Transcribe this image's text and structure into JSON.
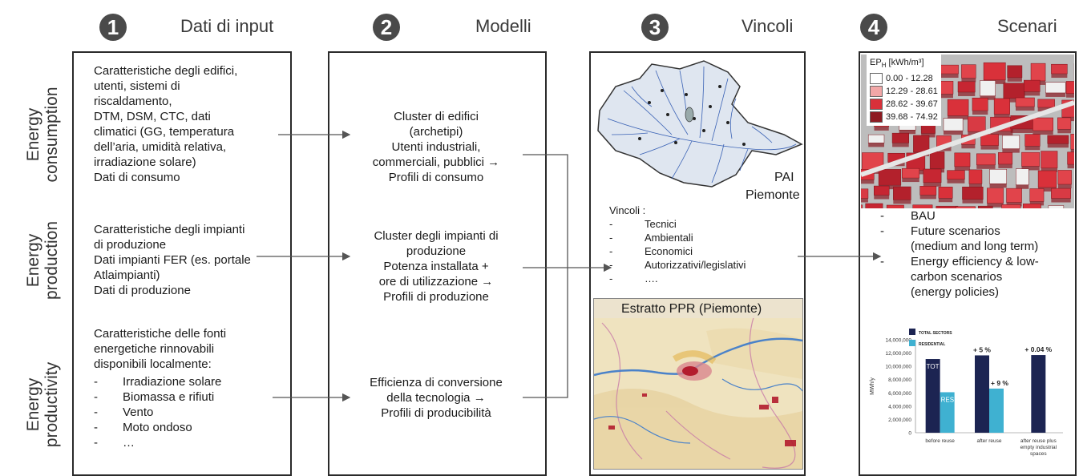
{
  "steps": [
    {
      "num": "1",
      "title": "Dati di input"
    },
    {
      "num": "2",
      "title": "Modelli"
    },
    {
      "num": "3",
      "title": "Vincoli"
    },
    {
      "num": "4",
      "title": "Scenari"
    }
  ],
  "rows": [
    {
      "line1": "Energy",
      "line2": "consumption"
    },
    {
      "line1": "Energy",
      "line2": "production"
    },
    {
      "line1": "Energy",
      "line2": "productivity"
    }
  ],
  "input": {
    "consumption": [
      "Caratteristiche degli edifici,",
      "utenti, sistemi di",
      "riscaldamento,",
      "DTM, DSM, CTC, dati",
      "climatici (GG, temperatura",
      "dell’aria, umidità relativa,",
      "irradiazione solare)",
      "Dati di consumo"
    ],
    "production": [
      "Caratteristiche degli impianti",
      "di produzione",
      "Dati impianti FER (es. portale",
      "Atlaimpianti)",
      "Dati di produzione"
    ],
    "productivity_intro": [
      "Caratteristiche delle fonti",
      "energetiche rinnovabili",
      "disponibili localmente:"
    ],
    "productivity_list": [
      "Irradiazione solare",
      "Biomassa e rifiuti",
      "Vento",
      "Moto ondoso",
      "…"
    ]
  },
  "models": {
    "consumption": [
      "Cluster di edifici",
      "(archetipi)",
      "Utenti industriali,",
      "commerciali, pubblici →",
      "Profili di consumo"
    ],
    "production": [
      "Cluster degli impianti di",
      "produzione",
      "Potenza installata +",
      "ore di utilizzazione →",
      "Profili di produzione"
    ],
    "productivity": [
      "Efficienza di conversione",
      "della tecnologia →",
      "Profili di producibilità"
    ]
  },
  "constraints": {
    "map_label_1": "PAI",
    "map_label_2": "Piemonte",
    "heading": "Vincoli :",
    "items": [
      "Tecnici",
      "Ambientali",
      "Economici",
      "Autorizzativi/legislativi",
      "…."
    ],
    "ppr_title": "Estratto PPR (Piemonte)"
  },
  "scenarios": {
    "legend_title": "EP",
    "legend_sub": "H",
    "legend_unit": " [kWh/m³]",
    "legend": [
      {
        "label": "0.00 - 12.28",
        "color": "#ffffff"
      },
      {
        "label": "12.29 - 28.61",
        "color": "#f2a7a7"
      },
      {
        "label": "28.62 - 39.67",
        "color": "#d9313a"
      },
      {
        "label": "39.68 - 74.92",
        "color": "#8e1b22"
      }
    ],
    "bullets": [
      "BAU",
      "Future scenarios (medium and long term)",
      "Energy efficiency & low-carbon scenarios (energy policies)"
    ],
    "bullet_lines": [
      [
        "BAU"
      ],
      [
        "Future scenarios",
        "(medium and long term)"
      ],
      [
        "Energy efficiency & low-",
        "carbon scenarios",
        "(energy policies)"
      ]
    ]
  },
  "chart_data": {
    "type": "bar",
    "categories": [
      "before reuse",
      "after reuse",
      "after reuse plus empty industrial spaces"
    ],
    "category_lines": [
      [
        "before reuse"
      ],
      [
        "after reuse"
      ],
      [
        "after reuse plus",
        "empty industrial",
        "spaces"
      ]
    ],
    "series": [
      {
        "name": "TOTAL SECTORS",
        "color": "#1c2452",
        "values": [
          11100000,
          11650000,
          11700000
        ]
      },
      {
        "name": "RESIDENTIAL",
        "color": "#3fb1d1",
        "values": [
          6100000,
          6650000,
          null
        ]
      }
    ],
    "bar_labels": [
      {
        "text": "TOT",
        "series": 0,
        "category": 0
      },
      {
        "text": "RES",
        "series": 1,
        "category": 0
      }
    ],
    "annotations": [
      {
        "text": "+ 5 %",
        "category": 1,
        "series": 0
      },
      {
        "text": "+ 9 %",
        "category": 1,
        "series": 1
      },
      {
        "text": "+ 0.04 %",
        "category": 2,
        "series": 0
      }
    ],
    "ylabel": "MWh/y",
    "ylim": [
      0,
      14000000
    ],
    "yticks": [
      "0",
      "2,000,000",
      "4,000,000",
      "6,000,000",
      "8,000,000",
      "10,000,000",
      "12,000,000",
      "14,000,000"
    ],
    "legend_position": "top-left"
  }
}
